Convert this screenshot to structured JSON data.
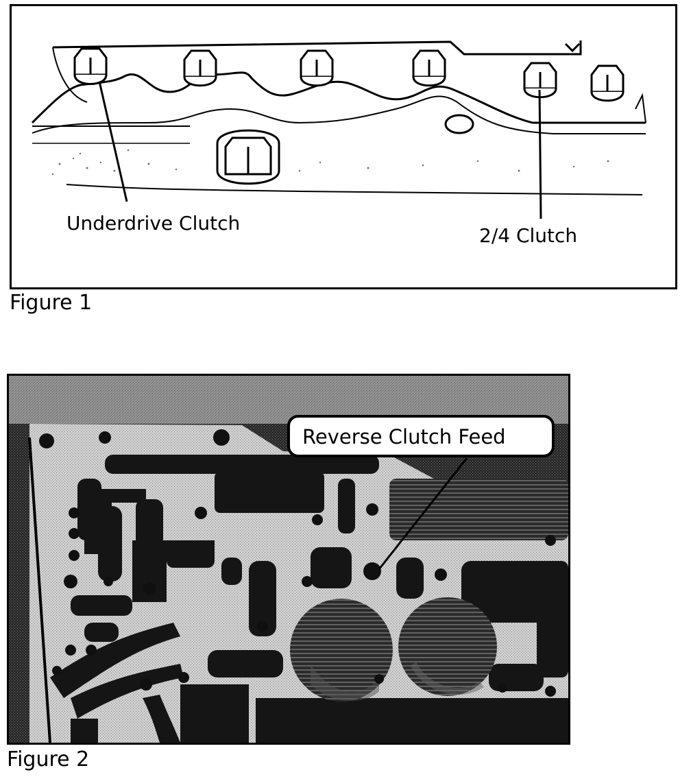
{
  "figure1": {
    "caption": "Figure 1",
    "labels": {
      "underdrive": "Underdrive Clutch",
      "two_four": "2/4 Clutch"
    }
  },
  "figure2": {
    "caption": "Figure 2",
    "labels": {
      "reverse_feed": "Reverse Clutch Feed"
    }
  }
}
